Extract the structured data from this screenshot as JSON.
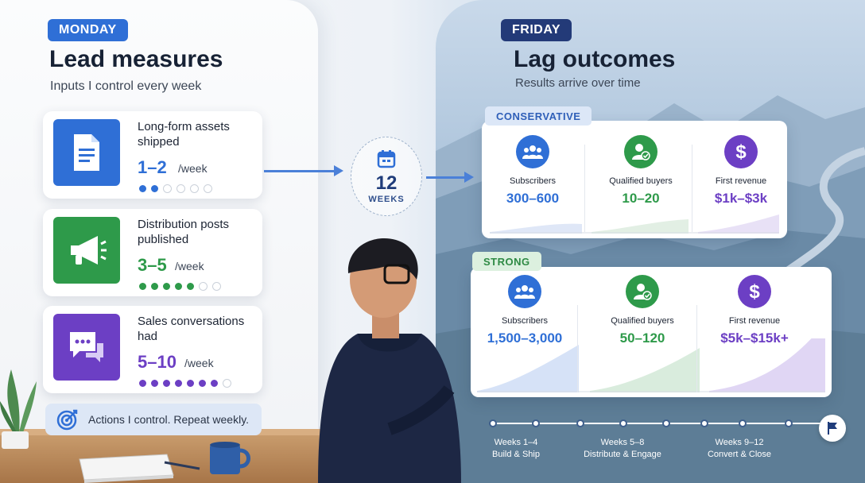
{
  "left": {
    "tag": "MONDAY",
    "title": "Lead measures",
    "subtitle": "Inputs I control every week",
    "cards": [
      {
        "title": "Long-form assets shipped",
        "value": "1–2",
        "unit": "/week",
        "color": "#2f6fd6",
        "icon": "document-icon",
        "filled": 2,
        "total": 6
      },
      {
        "title": "Distribution posts published",
        "value": "3–5",
        "unit": "/week",
        "color": "#2e9a4a",
        "icon": "megaphone-icon",
        "filled": 5,
        "total": 7
      },
      {
        "title": "Sales conversations had",
        "value": "5–10",
        "unit": "/week",
        "color": "#6c3fc4",
        "icon": "chat-bubbles-icon",
        "filled": 7,
        "total": 8
      }
    ],
    "footer": "Actions I control. Repeat weekly."
  },
  "middle": {
    "weeks_number": "12",
    "weeks_label": "WEEKS"
  },
  "right": {
    "tag": "FRIDAY",
    "title": "Lag outcomes",
    "subtitle": "Results arrive over time",
    "scenarios": [
      {
        "tag": "CONSERVATIVE",
        "tag_color": "#2f5fb8",
        "tag_bg": "#dce7f7",
        "metrics": [
          {
            "label": "Subscribers",
            "value": "300–600",
            "color": "#2f6fd6",
            "icon": "people-icon"
          },
          {
            "label": "Qualified buyers",
            "value": "10–20",
            "color": "#2e9a4a",
            "icon": "verified-user-icon"
          },
          {
            "label": "First revenue",
            "value": "$1k–$3k",
            "color": "#6c3fc4",
            "icon": "dollar-icon"
          }
        ]
      },
      {
        "tag": "STRONG",
        "tag_color": "#2e8a44",
        "tag_bg": "#dcf0df",
        "metrics": [
          {
            "label": "Subscribers",
            "value": "1,500–3,000",
            "color": "#2f6fd6",
            "icon": "people-icon"
          },
          {
            "label": "Qualified buyers",
            "value": "50–120",
            "color": "#2e9a4a",
            "icon": "verified-user-icon"
          },
          {
            "label": "First revenue",
            "value": "$5k–$15k+",
            "color": "#6c3fc4",
            "icon": "dollar-icon"
          }
        ]
      }
    ],
    "timeline": [
      {
        "weeks": "Weeks 1–4",
        "phase": "Build & Ship"
      },
      {
        "weeks": "Weeks 5–8",
        "phase": "Distribute & Engage"
      },
      {
        "weeks": "Weeks 9–12",
        "phase": "Convert & Close"
      }
    ]
  }
}
